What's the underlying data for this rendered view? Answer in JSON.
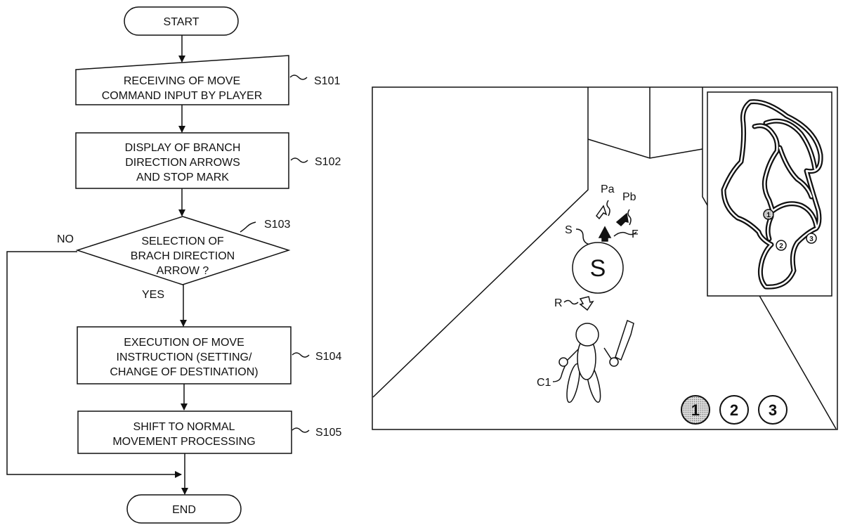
{
  "flowchart": {
    "start": "START",
    "end": "END",
    "steps": [
      {
        "id": "S101",
        "lines": [
          "RECEIVING OF MOVE",
          "COMMAND INPUT BY PLAYER"
        ]
      },
      {
        "id": "S102",
        "lines": [
          "DISPLAY OF BRANCH",
          "DIRECTION ARROWS",
          "AND STOP MARK"
        ]
      },
      {
        "id": "S103",
        "lines": [
          "SELECTION OF",
          "BRACH DIRECTION",
          "ARROW ?"
        ]
      },
      {
        "id": "S104",
        "lines": [
          "EXECUTION OF MOVE",
          "INSTRUCTION (SETTING/",
          "CHANGE OF DESTINATION)"
        ]
      },
      {
        "id": "S105",
        "lines": [
          "SHIFT TO NORMAL",
          "MOVEMENT PROCESSING"
        ]
      }
    ],
    "branch_no": "NO",
    "branch_yes": "YES"
  },
  "game_screen": {
    "labels": {
      "pa": "Pa",
      "pb": "Pb",
      "s": "S",
      "f": "F",
      "r": "R",
      "c1": "C1",
      "stop_mark": "S"
    },
    "minimap_markers": [
      "1",
      "2",
      "3"
    ],
    "destination_buttons": [
      {
        "label": "1",
        "selected": true
      },
      {
        "label": "2",
        "selected": false
      },
      {
        "label": "3",
        "selected": false
      }
    ]
  }
}
